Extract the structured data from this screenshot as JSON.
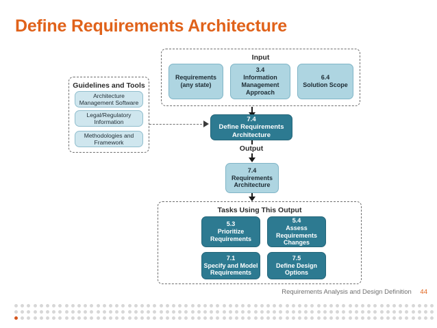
{
  "slide": {
    "title": "Define Requirements Architecture",
    "title_color": "#e0621a"
  },
  "colors": {
    "accent": "#e0621a",
    "node_dark": "#2d7a91",
    "node_light": "#aed5e1",
    "node_tool": "#cfe6ee",
    "dashed_border": "#6d6d6d",
    "dot_gray": "#d7d7d7",
    "dot_accent": "#d4561f"
  },
  "diagram": {
    "input_group": {
      "title": "Input",
      "nodes": [
        {
          "id": "requirements-any-state",
          "number": "",
          "lines": [
            "Requirements",
            "(any state)"
          ]
        },
        {
          "id": "information-management-approach",
          "number": "3.4",
          "lines": [
            "Information",
            "Management",
            "Approach"
          ]
        },
        {
          "id": "solution-scope",
          "number": "6.4",
          "lines": [
            "Solution Scope"
          ]
        }
      ]
    },
    "guidelines_group": {
      "title": "Guidelines and Tools",
      "nodes": [
        {
          "id": "architecture-management-software",
          "lines": [
            "Architecture",
            "Management Software"
          ]
        },
        {
          "id": "legal-regulatory-information",
          "lines": [
            "Legal/Regulatory",
            "Information"
          ]
        },
        {
          "id": "methodologies-and-framework",
          "lines": [
            "Methodologies and",
            "Framework"
          ]
        }
      ]
    },
    "task_node": {
      "id": "define-requirements-architecture",
      "number": "7.4",
      "lines": [
        "Define Requirements",
        "Architecture"
      ]
    },
    "output_label": "Output",
    "output_node": {
      "id": "requirements-architecture",
      "number": "7.4",
      "lines": [
        "Requirements",
        "Architecture"
      ]
    },
    "tasks_group": {
      "title": "Tasks Using This Output",
      "nodes": [
        {
          "id": "prioritize-requirements",
          "number": "5.3",
          "lines": [
            "Prioritize",
            "Requirements"
          ]
        },
        {
          "id": "assess-requirements-changes",
          "number": "5.4",
          "lines": [
            "Assess",
            "Requirements",
            "Changes"
          ]
        },
        {
          "id": "specify-and-model-requirements",
          "number": "7.1",
          "lines": [
            "Specify and Model",
            "Requirements"
          ]
        },
        {
          "id": "define-design-options",
          "number": "7.5",
          "lines": [
            "Define Design",
            "Options"
          ]
        }
      ]
    }
  },
  "footer": {
    "text": "Requirements Analysis and Design Definition",
    "page_number": "44"
  }
}
